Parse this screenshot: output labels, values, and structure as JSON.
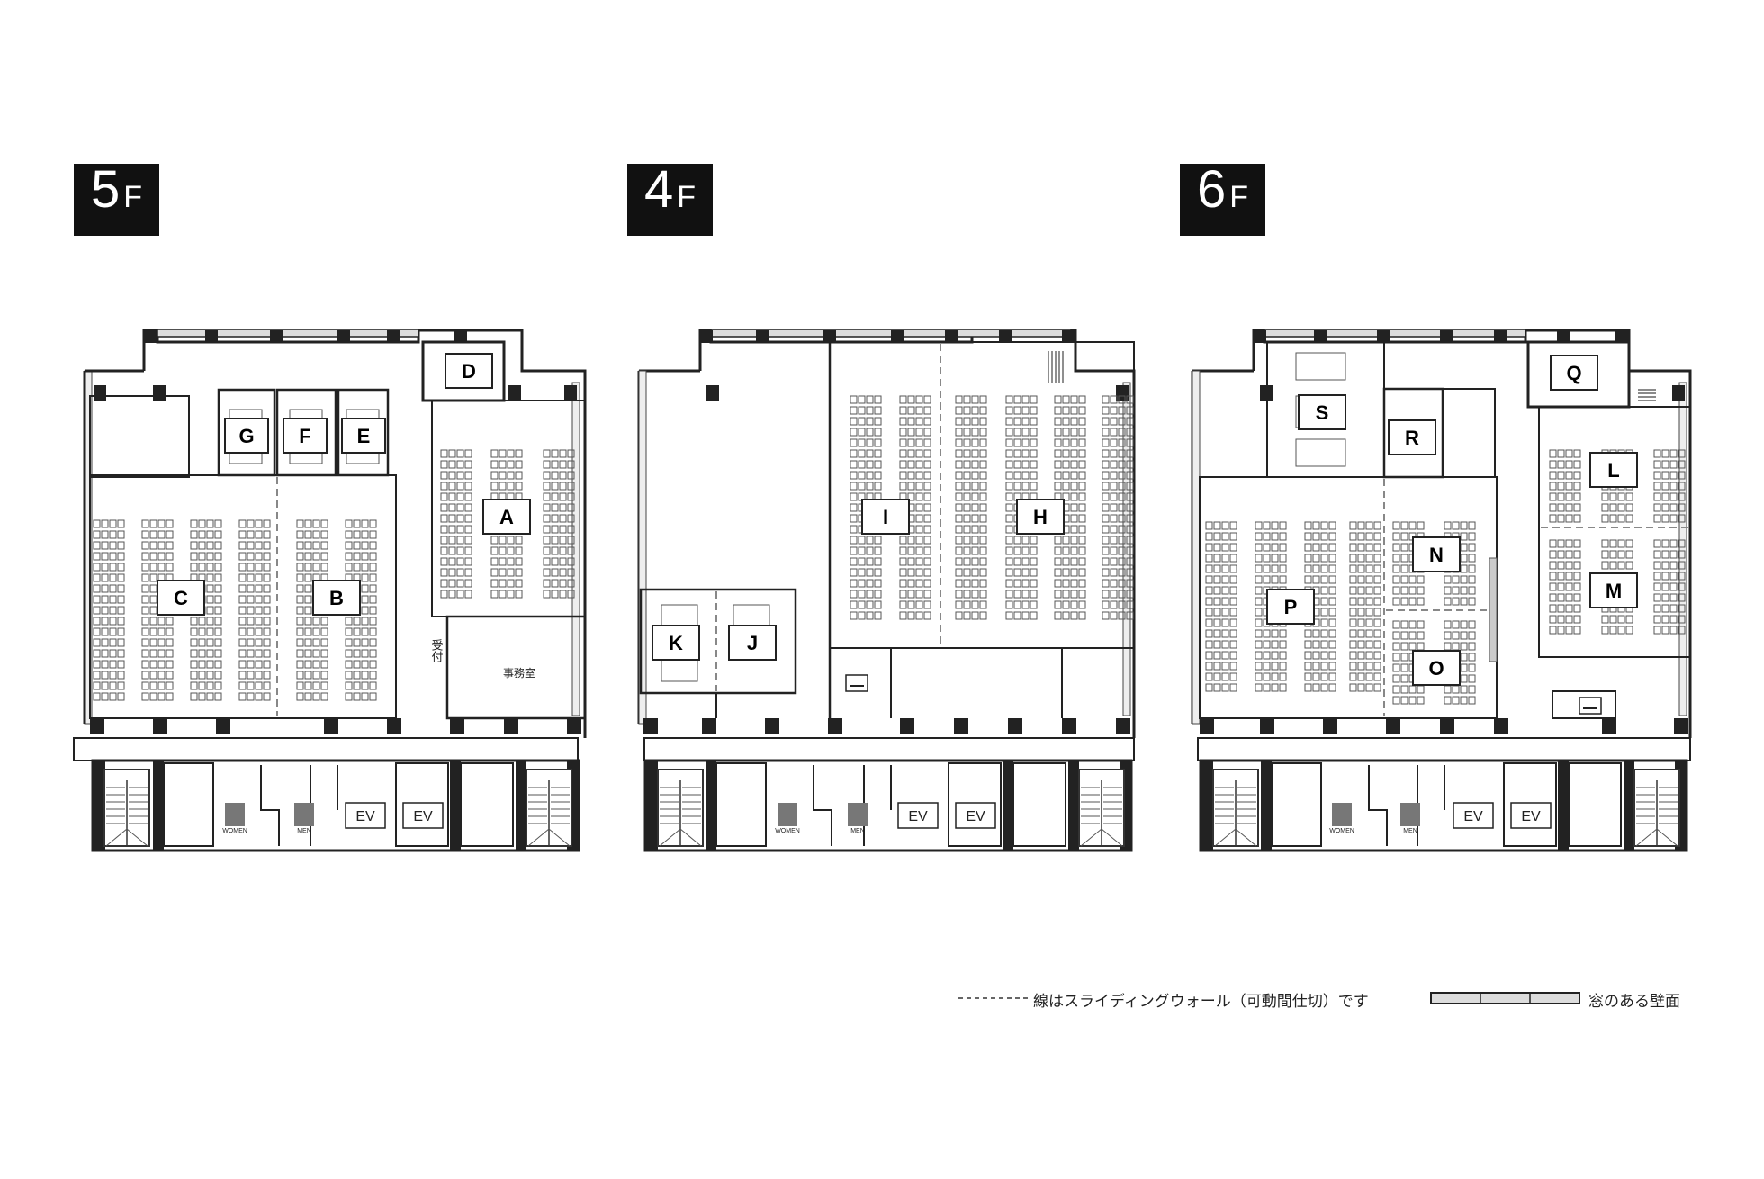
{
  "floors": [
    {
      "num": "5",
      "unit": "F"
    },
    {
      "num": "4",
      "unit": "F"
    },
    {
      "num": "6",
      "unit": "F"
    }
  ],
  "rooms_5f": [
    "A",
    "B",
    "C",
    "D",
    "E",
    "F",
    "G"
  ],
  "rooms_4f": [
    "H",
    "I",
    "J",
    "K"
  ],
  "rooms_6f": [
    "L",
    "M",
    "N",
    "O",
    "P",
    "Q",
    "R",
    "S"
  ],
  "core": {
    "women": "WOMEN",
    "men": "MEN",
    "ev": "EV"
  },
  "labels": {
    "reception": "受付",
    "office": "事務室"
  },
  "legend": {
    "sliding_wall": "線はスライディングウォール（可動間仕切）です",
    "window_wall": "窓のある壁面"
  }
}
